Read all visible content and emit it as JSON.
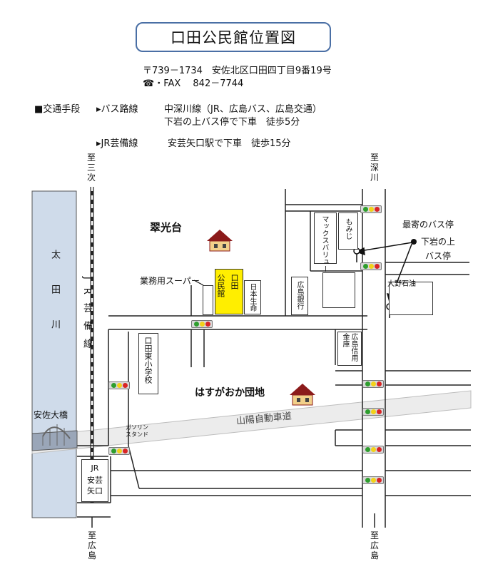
{
  "title": "口田公民館位置図",
  "address": "〒739－1734　安佐北区口田四丁目9番19号",
  "phone": "☎・FAX　 842－7744",
  "transport": {
    "heading": "■交通手段",
    "bus_label": "▸バス路線",
    "bus_line": "中深川線（JR、広島バス、広島交通）",
    "bus_detail": "下岩の上バス停で下車　徒歩5分",
    "jr_label": "▸JR芸備線",
    "jr_detail": "安芸矢口駅で下車　徒歩15分"
  },
  "directions": {
    "to_miyoshi": "至三次",
    "to_fukawa": "至深川",
    "to_hiroshima_left": "至広島",
    "to_hiroshima_right": "至広島"
  },
  "labels": {
    "river": "太田川",
    "jr_line": "JR芸備線",
    "suikodai": "翠光台",
    "hasugaoka": "はすがおか団地",
    "expressway": "山陽自動車道",
    "bridge": "安佐大橋",
    "supermarket": "業務用スーパー",
    "kominkan": "口田公民館",
    "kominkan_mark": "口田",
    "kominkan_main": "公民館",
    "nihon_seimei": "日本生命",
    "hiroshima_ginko": "広島銀行",
    "hiroshima_shinkin": "広島信用金庫",
    "shinyo": "広島信用",
    "kinko": "金庫",
    "maxvalu": "マックスバリュー",
    "momiji": "もみじ",
    "oono_sekiyu": "大野石油",
    "nearest_bus": "最寄のバス停",
    "bus_stop_name": "下岩の上",
    "bus_stop_suffix": "バス停",
    "gas_station": "ガソリンスタンド",
    "gas1": "ガソリン",
    "gas2": "スタンド",
    "school": "口田東小学校",
    "station": "JR安芸矢口",
    "station_l1": "JR",
    "station_l2": "安芸",
    "station_l3": "矢口"
  },
  "colors": {
    "river": "#cfdbea",
    "kominkan": "#ffee00",
    "expressway": "#ececec",
    "title_border": "#4a6fa5"
  }
}
